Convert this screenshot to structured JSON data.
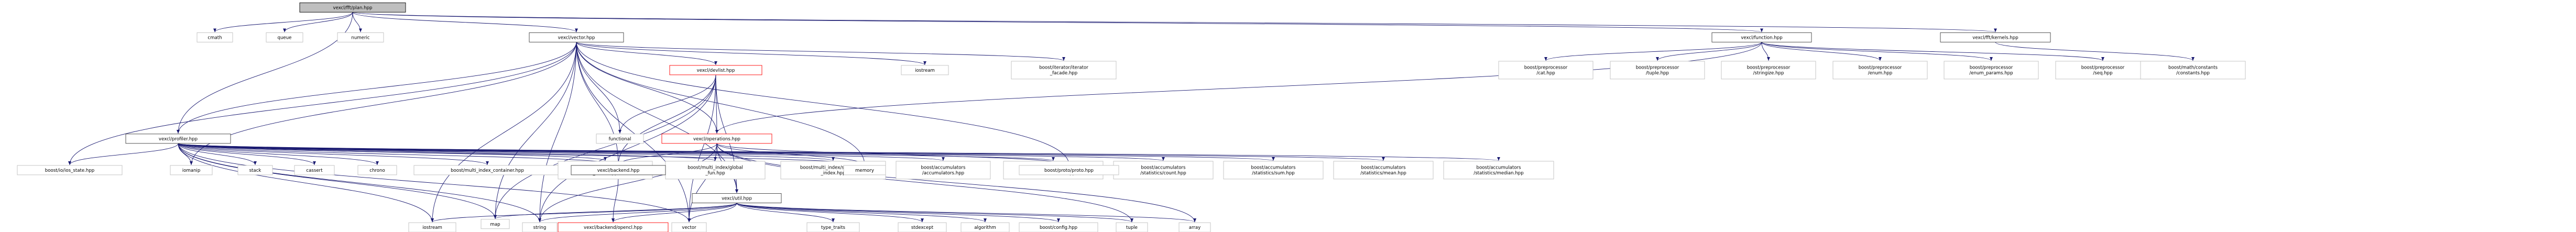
{
  "diagram": {
    "kind": "include-dependency-graph",
    "colors": {
      "edge": "#191970",
      "node_border": "#404040",
      "node_fill": "#ffffff",
      "focus_fill": "#bfbfbf",
      "focus_border": "#000000",
      "missing_border": "#ff0000",
      "system_border": "#bfbfbf",
      "text": "#000000"
    },
    "nodes": [
      {
        "id": "fftplan",
        "label": "vexcl/fft/plan.hpp",
        "style": "focus"
      },
      {
        "id": "cmath",
        "label": "cmath",
        "style": "system"
      },
      {
        "id": "queue",
        "label": "queue",
        "style": "system"
      },
      {
        "id": "numeric",
        "label": "numeric",
        "style": "system"
      },
      {
        "id": "vector",
        "label": "vexcl/vector.hpp",
        "style": "normal"
      },
      {
        "id": "function",
        "label": "vexcl/function.hpp",
        "style": "normal"
      },
      {
        "id": "kernels",
        "label": "vexcl/fft/kernels.hpp",
        "style": "normal"
      },
      {
        "id": "devlist",
        "label": "vexcl/devlist.hpp",
        "style": "missing"
      },
      {
        "id": "iostream_top",
        "label": "iostream",
        "style": "system"
      },
      {
        "id": "iter_facade",
        "label": "boost/iterator/iterator\n_facade.hpp",
        "style": "system"
      },
      {
        "id": "functional",
        "label": "functional",
        "style": "system"
      },
      {
        "id": "pp_cat",
        "label": "boost/preprocessor\n/cat.hpp",
        "style": "system"
      },
      {
        "id": "pp_tuple",
        "label": "boost/preprocessor\n/tuple.hpp",
        "style": "system"
      },
      {
        "id": "pp_stringize",
        "label": "boost/preprocessor\n/stringize.hpp",
        "style": "system"
      },
      {
        "id": "pp_enum",
        "label": "boost/preprocessor\n/enum.hpp",
        "style": "system"
      },
      {
        "id": "pp_enum_params",
        "label": "boost/preprocessor\n/enum_params.hpp",
        "style": "system"
      },
      {
        "id": "pp_seq",
        "label": "boost/preprocessor\n/seq.hpp",
        "style": "system"
      },
      {
        "id": "math_constants",
        "label": "boost/math/constants\n/constants.hpp",
        "style": "system"
      },
      {
        "id": "profiler",
        "label": "vexcl/profiler.hpp",
        "style": "normal"
      },
      {
        "id": "operations",
        "label": "vexcl/operations.hpp",
        "style": "missing"
      },
      {
        "id": "io_state",
        "label": "boost/io/ios_state.hpp",
        "style": "system"
      },
      {
        "id": "iomanip",
        "label": "iomanip",
        "style": "system"
      },
      {
        "id": "stack",
        "label": "stack",
        "style": "system"
      },
      {
        "id": "cassert",
        "label": "cassert",
        "style": "system"
      },
      {
        "id": "chrono",
        "label": "chrono",
        "style": "system"
      },
      {
        "id": "mi_container",
        "label": "boost/multi_index_container.hpp",
        "style": "system"
      },
      {
        "id": "mi_ordered",
        "label": "boost/multi_index/ordered\n_index.hpp",
        "style": "system"
      },
      {
        "id": "mi_global",
        "label": "boost/multi_index/global\n_fun.hpp",
        "style": "system"
      },
      {
        "id": "mi_sequenced",
        "label": "boost/multi_index/sequenced\n_index.hpp",
        "style": "system"
      },
      {
        "id": "acc_acc",
        "label": "boost/accumulators\n/accumulators.hpp",
        "style": "system"
      },
      {
        "id": "acc_stats",
        "label": "boost/accumulators\n/statistics/stats.hpp",
        "style": "system"
      },
      {
        "id": "acc_count",
        "label": "boost/accumulators\n/statistics/count.hpp",
        "style": "system"
      },
      {
        "id": "acc_sum",
        "label": "boost/accumulators\n/statistics/sum.hpp",
        "style": "system"
      },
      {
        "id": "acc_mean",
        "label": "boost/accumulators\n/statistics/mean.hpp",
        "style": "system"
      },
      {
        "id": "acc_median",
        "label": "boost/accumulators\n/statistics/median.hpp",
        "style": "system"
      },
      {
        "id": "backend",
        "label": "vexcl/backend.hpp",
        "style": "normal"
      },
      {
        "id": "memory",
        "label": "memory",
        "style": "system"
      },
      {
        "id": "util",
        "label": "vexcl/util.hpp",
        "style": "normal"
      },
      {
        "id": "print_hpp",
        "label": "boost/proto/proto.hpp",
        "style": "system"
      },
      {
        "id": "iostream",
        "label": "iostream",
        "style": "system"
      },
      {
        "id": "map",
        "label": "map",
        "style": "system"
      },
      {
        "id": "string",
        "label": "string",
        "style": "system"
      },
      {
        "id": "opencl",
        "label": "vexcl/backend/opencl.hpp",
        "style": "missing"
      },
      {
        "id": "vector_std",
        "label": "vector",
        "style": "system"
      },
      {
        "id": "type_traits",
        "label": "type_traits",
        "style": "system"
      },
      {
        "id": "stdexcept",
        "label": "stdexcept",
        "style": "system"
      },
      {
        "id": "algorithm",
        "label": "algorithm",
        "style": "system"
      },
      {
        "id": "boost_config",
        "label": "boost/config.hpp",
        "style": "system"
      },
      {
        "id": "tuple",
        "label": "tuple",
        "style": "system"
      },
      {
        "id": "array",
        "label": "array",
        "style": "system"
      }
    ],
    "edges": [
      [
        "fftplan",
        "cmath"
      ],
      [
        "fftplan",
        "queue"
      ],
      [
        "fftplan",
        "numeric"
      ],
      [
        "fftplan",
        "vector"
      ],
      [
        "fftplan",
        "function"
      ],
      [
        "fftplan",
        "kernels"
      ],
      [
        "fftplan",
        "profiler"
      ],
      [
        "vector",
        "io_state"
      ],
      [
        "vector",
        "iomanip"
      ],
      [
        "vector",
        "devlist"
      ],
      [
        "vector",
        "iostream_top"
      ],
      [
        "vector",
        "iter_facade"
      ],
      [
        "vector",
        "functional"
      ],
      [
        "vector",
        "profiler"
      ],
      [
        "vector",
        "operations"
      ],
      [
        "vector",
        "backend"
      ],
      [
        "vector",
        "util"
      ],
      [
        "vector",
        "print_hpp"
      ],
      [
        "vector",
        "iostream"
      ],
      [
        "vector",
        "map"
      ],
      [
        "vector",
        "string"
      ],
      [
        "vector",
        "vector_std"
      ],
      [
        "vector",
        "memory"
      ],
      [
        "function",
        "pp_cat"
      ],
      [
        "function",
        "pp_tuple"
      ],
      [
        "function",
        "pp_stringize"
      ],
      [
        "function",
        "pp_enum"
      ],
      [
        "function",
        "pp_enum_params"
      ],
      [
        "function",
        "pp_seq"
      ],
      [
        "function",
        "operations"
      ],
      [
        "kernels",
        "math_constants"
      ],
      [
        "devlist",
        "functional"
      ],
      [
        "devlist",
        "operations"
      ],
      [
        "devlist",
        "backend"
      ],
      [
        "devlist",
        "util"
      ],
      [
        "devlist",
        "string"
      ],
      [
        "devlist",
        "vector_std"
      ],
      [
        "devlist",
        "map"
      ],
      [
        "profiler",
        "io_state"
      ],
      [
        "profiler",
        "iomanip"
      ],
      [
        "profiler",
        "stack"
      ],
      [
        "profiler",
        "cassert"
      ],
      [
        "profiler",
        "chrono"
      ],
      [
        "profiler",
        "mi_container"
      ],
      [
        "profiler",
        "mi_ordered"
      ],
      [
        "profiler",
        "mi_global"
      ],
      [
        "profiler",
        "mi_sequenced"
      ],
      [
        "profiler",
        "acc_acc"
      ],
      [
        "profiler",
        "acc_stats"
      ],
      [
        "profiler",
        "acc_count"
      ],
      [
        "profiler",
        "acc_sum"
      ],
      [
        "profiler",
        "acc_mean"
      ],
      [
        "profiler",
        "acc_median"
      ],
      [
        "profiler",
        "backend"
      ],
      [
        "profiler",
        "memory"
      ],
      [
        "profiler",
        "iostream"
      ],
      [
        "profiler",
        "map"
      ],
      [
        "profiler",
        "string"
      ],
      [
        "profiler",
        "vector_std"
      ],
      [
        "operations",
        "memory"
      ],
      [
        "operations",
        "util"
      ],
      [
        "operations",
        "backend"
      ],
      [
        "operations",
        "print_hpp"
      ],
      [
        "operations",
        "array"
      ],
      [
        "operations",
        "tuple"
      ],
      [
        "operations",
        "string"
      ],
      [
        "operations",
        "vector_std"
      ],
      [
        "backend",
        "opencl"
      ],
      [
        "util",
        "iostream"
      ],
      [
        "util",
        "map"
      ],
      [
        "util",
        "string"
      ],
      [
        "util",
        "vector_std"
      ],
      [
        "util",
        "type_traits"
      ],
      [
        "util",
        "stdexcept"
      ],
      [
        "util",
        "algorithm"
      ],
      [
        "util",
        "boost_config"
      ],
      [
        "util",
        "tuple"
      ],
      [
        "util",
        "array"
      ],
      [
        "util",
        "opencl"
      ]
    ]
  }
}
